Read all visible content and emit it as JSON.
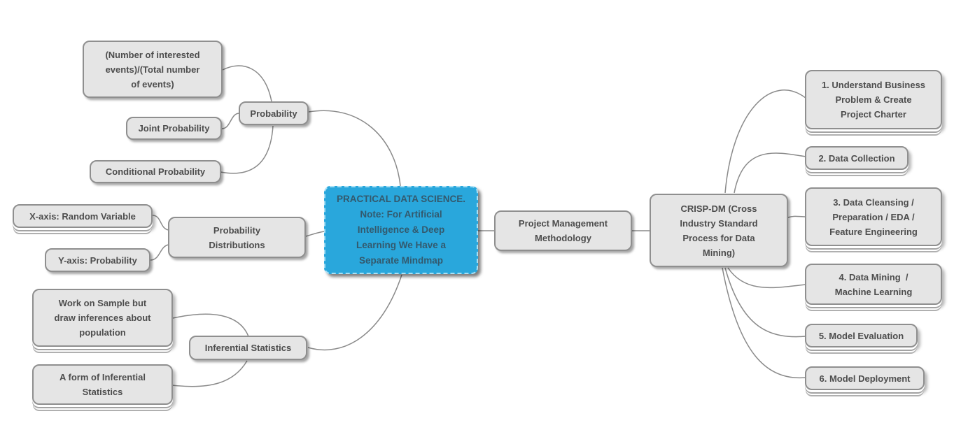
{
  "colors": {
    "background": "#ffffff",
    "node_fill": "#e5e5e5",
    "node_border": "#8f8f8f",
    "node_text": "#4d4d4d",
    "center_fill": "#29a7dc",
    "center_border": "#a8e0f6",
    "center_text": "#33596d",
    "connector": "#8a8a8a"
  },
  "nodes": {
    "numerator": {
      "lines": [
        "(Number of interested",
        "events)/(Total number",
        "of events)"
      ]
    },
    "joint": {
      "lines": [
        "Joint Probability"
      ]
    },
    "conditional": {
      "lines": [
        "Conditional Probability"
      ]
    },
    "probability": {
      "lines": [
        "Probability"
      ]
    },
    "xaxis": {
      "lines": [
        "X-axis: Random Variable"
      ]
    },
    "yaxis": {
      "lines": [
        "Y-axis: Probability"
      ]
    },
    "probdist": {
      "lines": [
        "Probability",
        "Distributions"
      ]
    },
    "sample": {
      "lines": [
        "Work on Sample but",
        "draw inferences about",
        "population"
      ]
    },
    "form": {
      "lines": [
        "A form of Inferential",
        "Statistics"
      ]
    },
    "inferential": {
      "lines": [
        "Inferential Statistics"
      ]
    },
    "center": {
      "lines": [
        "PRACTICAL DATA SCIENCE.",
        "Note: For Artificial",
        "Intelligence & Deep",
        "Learning We Have a",
        "Separate Mindmap"
      ]
    },
    "pmm": {
      "lines": [
        "Project Management",
        "Methodology"
      ]
    },
    "crisp": {
      "lines": [
        "CRISP-DM (Cross",
        "Industry Standard",
        "Process for Data",
        "Mining)"
      ]
    },
    "step1": {
      "lines": [
        "1. Understand Business",
        "Problem & Create",
        "Project Charter"
      ]
    },
    "step2": {
      "lines": [
        "2. Data Collection"
      ]
    },
    "step3": {
      "lines": [
        "3. Data Cleansing /",
        "Preparation / EDA /",
        "Feature Engineering"
      ]
    },
    "step4": {
      "lines": [
        "4. Data Mining  /",
        "Machine Learning"
      ]
    },
    "step5": {
      "lines": [
        "5. Model Evaluation"
      ]
    },
    "step6": {
      "lines": [
        "6. Model Deployment"
      ]
    }
  }
}
